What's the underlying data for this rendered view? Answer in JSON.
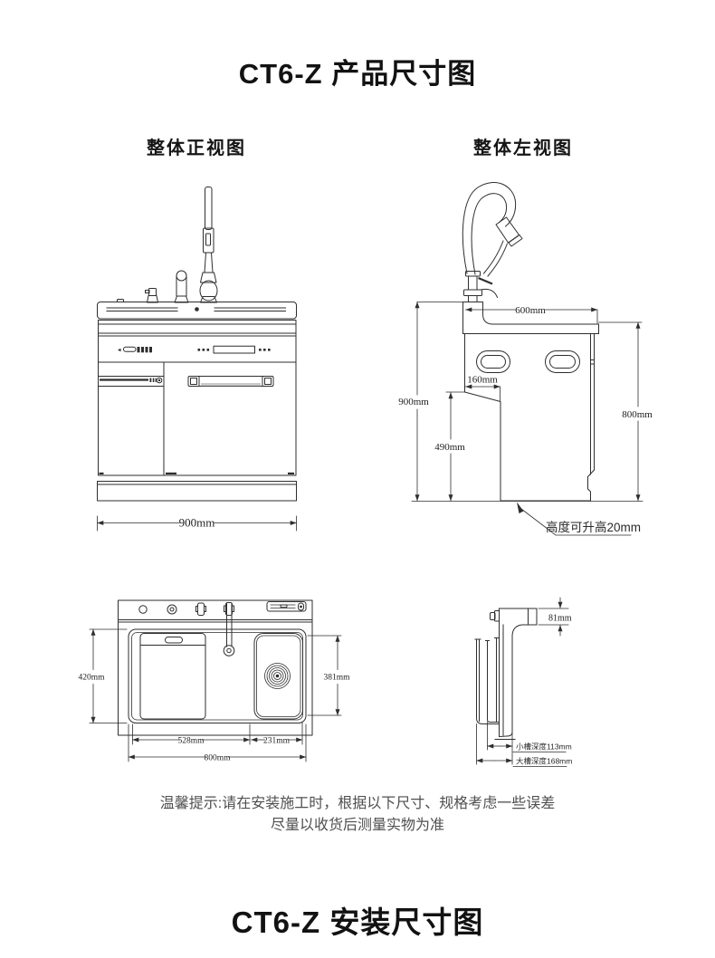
{
  "page": {
    "title": "CT6-Z 产品尺寸图",
    "bottom_title": "CT6-Z 安装尺寸图",
    "background": "#ffffff",
    "line_color": "#2e2e2e",
    "text_color": "#121212",
    "note_color": "#4f4f4f"
  },
  "views": {
    "front": {
      "label": "整体正视图",
      "dims": {
        "overall_width": "900mm"
      }
    },
    "side": {
      "label": "整体左视图",
      "dims": {
        "counter_depth": "600mm",
        "overall_height": "900mm",
        "toe_notch_depth": "160mm",
        "toe_notch_height": "490mm",
        "cabinet_height": "800mm"
      },
      "note": "高度可升高20mm"
    },
    "top": {
      "dims": {
        "overall_depth": "420mm",
        "bowl_depth": "381mm",
        "left_bowl_width": "528mm",
        "right_bowl_width": "231mm",
        "bowl_area_width": "800mm"
      }
    },
    "section": {
      "dims": {
        "faucet_ledge_height": "81mm",
        "small_bowl_depth": "小槽深度113mm",
        "large_bowl_depth": "大槽深度168mm"
      }
    }
  },
  "notice": {
    "line1": "温馨提示:请在安装施工时，根据以下尺寸、规格考虑一些误差",
    "line2": "尽量以收货后测量实物为准"
  }
}
